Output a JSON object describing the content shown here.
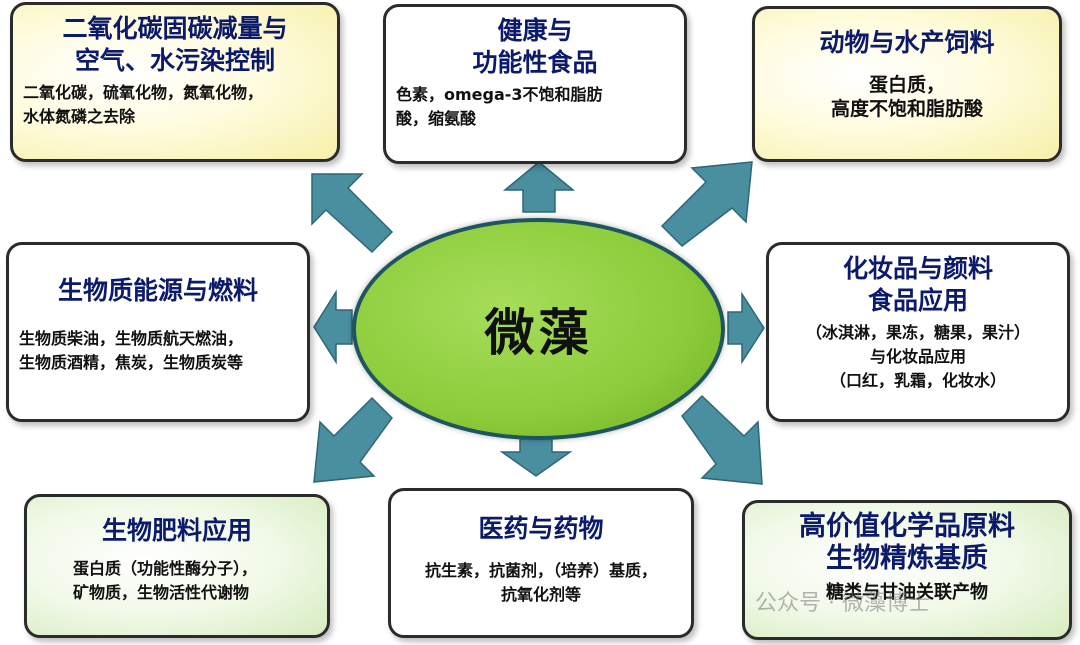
{
  "center": {
    "label": "微藻"
  },
  "boxes": {
    "co2": {
      "title_line1": "二氧化碳固碳减量与",
      "title_line2": "空气、水污染控制",
      "desc_line1": "二氧化碳，硫氧化物，氮氧化物，",
      "desc_line2": "水体氮磷之去除"
    },
    "health": {
      "title_line1": "健康与",
      "title_line2": "功能性食品",
      "desc_line1": "色素，omega-3不饱和脂肪",
      "desc_line2": "酸，缩氨酸"
    },
    "feed": {
      "title_line1": "动物与水产饲料",
      "desc_line1": "蛋白质，",
      "desc_line2": "高度不饱和脂肪酸"
    },
    "biomass": {
      "title_line1": "生物质能源与燃料",
      "desc_line1": "生物质柴油，生物质航天燃油，",
      "desc_line2": "生物质酒精，焦炭，生物质炭等"
    },
    "cosmetics": {
      "title_line1": "化妆品与颜料",
      "title_line2": "食品应用",
      "desc_line1": "（冰淇淋，果冻，糖果，果汁）",
      "desc_line2": "与化妆品应用",
      "desc_line3": "（口红，乳霜，化妆水）"
    },
    "fertilizer": {
      "title_line1": "生物肥料应用",
      "desc_line1": "蛋白质（功能性酶分子），",
      "desc_line2": "矿物质，生物活性代谢物"
    },
    "medicine": {
      "title_line1": "医药与药物",
      "desc_line1": "抗生素，抗菌剂，（培养）基质，",
      "desc_line2": "抗氧化剂等"
    },
    "chemicals": {
      "title_line1": "高价值化学品原料",
      "title_line2": "生物精炼基质",
      "desc_line1": "糖类与甘油关联产物"
    }
  },
  "watermark": "公众号 · 微藻博士",
  "colors": {
    "arrow": "#4a8fa0",
    "title": "#0c1a6b",
    "oval": "#8ccc3a"
  }
}
